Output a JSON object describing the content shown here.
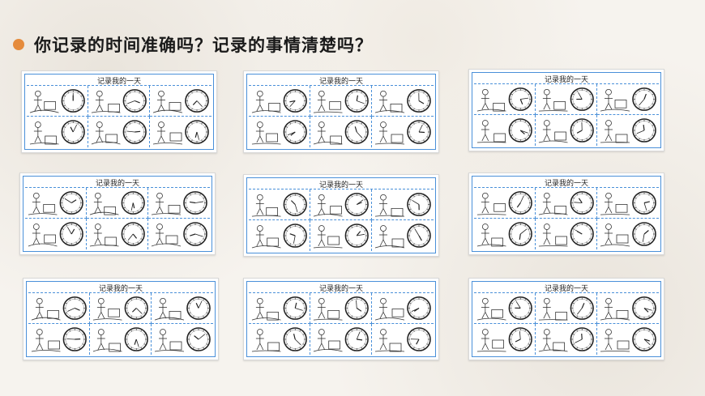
{
  "heading": {
    "text": "你记录的时间准确吗？记录的事情清楚吗？",
    "bullet_color": "#e58b3c"
  },
  "cards": [
    {
      "title": "记录我的一天"
    },
    {
      "title": "记录我的一天"
    },
    {
      "title": "记录我的一天"
    },
    {
      "title": "记录我的一天"
    },
    {
      "title": "记录我的一天"
    },
    {
      "title": "记录我的一天"
    },
    {
      "title": "记录我的一天"
    },
    {
      "title": "记录我的一天"
    },
    {
      "title": "记录我的一天"
    }
  ],
  "colors": {
    "frame_border": "#4a90d9",
    "sketch_ink": "#333333"
  }
}
